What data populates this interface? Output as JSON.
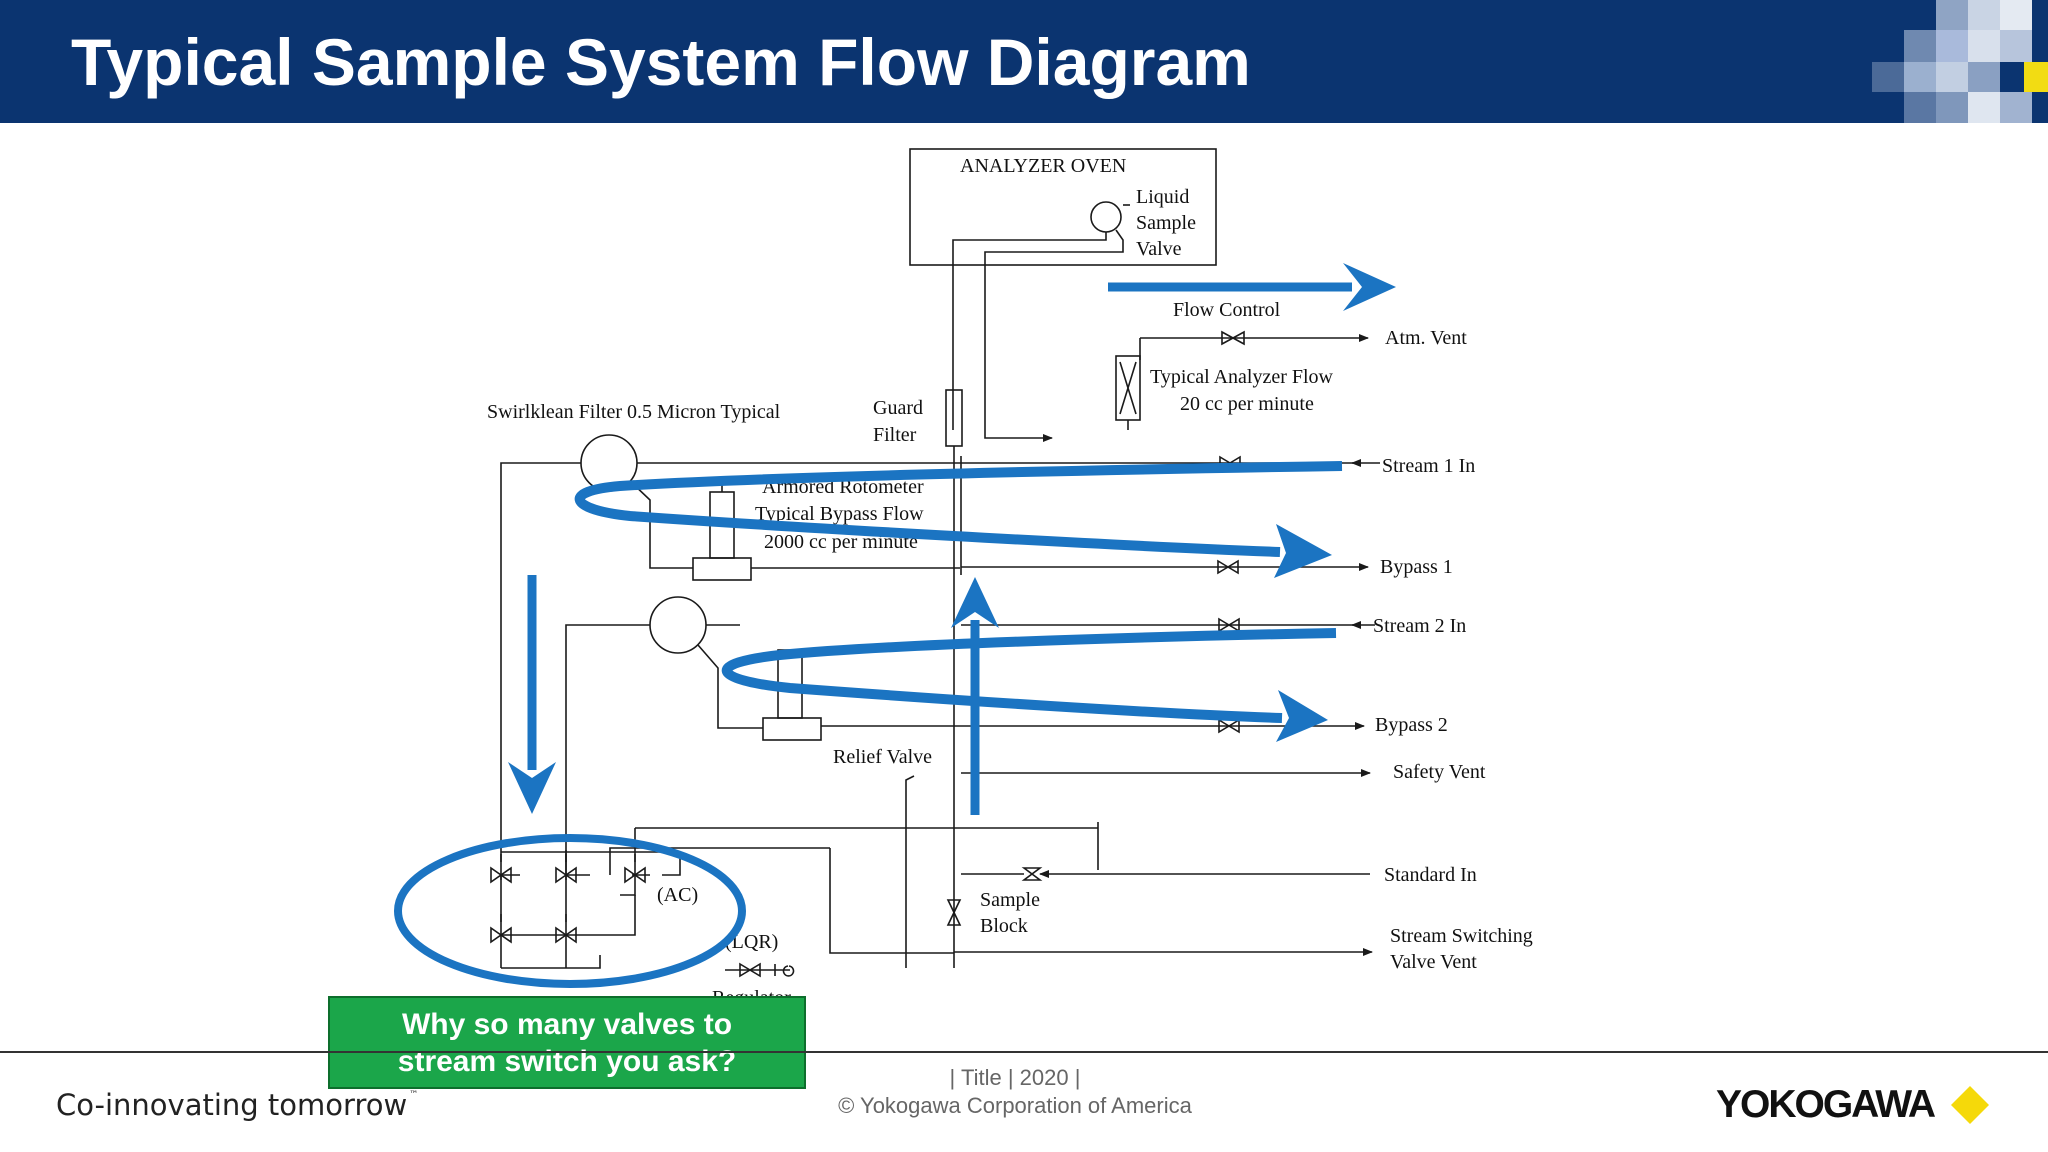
{
  "slide": {
    "title": "Typical Sample System Flow Diagram"
  },
  "diagram": {
    "analyzer_oven": "ANALYZER OVEN",
    "liquid_sample_valve": [
      "Liquid",
      "Sample",
      "Valve"
    ],
    "flow_control": "Flow Control",
    "atm_vent": "Atm. Vent",
    "typical_analyzer_flow": [
      "Typical Analyzer Flow",
      "20 cc per minute"
    ],
    "swirlklean_filter": "Swirlklean Filter 0.5 Micron Typical",
    "guard_filter": [
      "Guard",
      "Filter"
    ],
    "stream_1_in": "Stream 1 In",
    "armored_rotometer": "Armored Rotometer",
    "typical_bypass_flow": [
      "Typical Bypass Flow",
      "2000 cc per minute"
    ],
    "bypass_1": "Bypass 1",
    "stream_2_in": "Stream 2 In",
    "bypass_2": "Bypass 2",
    "relief_valve": "Relief Valve",
    "safety_vent": "Safety Vent",
    "standard_in": "Standard In",
    "ac": "(AC)",
    "sample_block": [
      "Sample",
      "Block"
    ],
    "lqr": "(LQR)",
    "stream_switching_valve_vent": [
      "Stream Switching",
      "Valve Vent"
    ],
    "regulator": "Regulator"
  },
  "callout": {
    "line1": "Why so many valves to",
    "line2": "stream switch you ask?"
  },
  "footer": {
    "tagline": "Co-innovating tomorrow",
    "trademark": "™",
    "meta_line1": "| Title | 2020 |",
    "meta_line2": "© Yokogawa Corporation of America",
    "logo": "YOKOGAWA"
  },
  "colors": {
    "header_bg": "#0b3470",
    "annotation_blue": "#1b74c2",
    "callout_green": "#1ba64a",
    "logo_diamond": "#f5d90a"
  }
}
